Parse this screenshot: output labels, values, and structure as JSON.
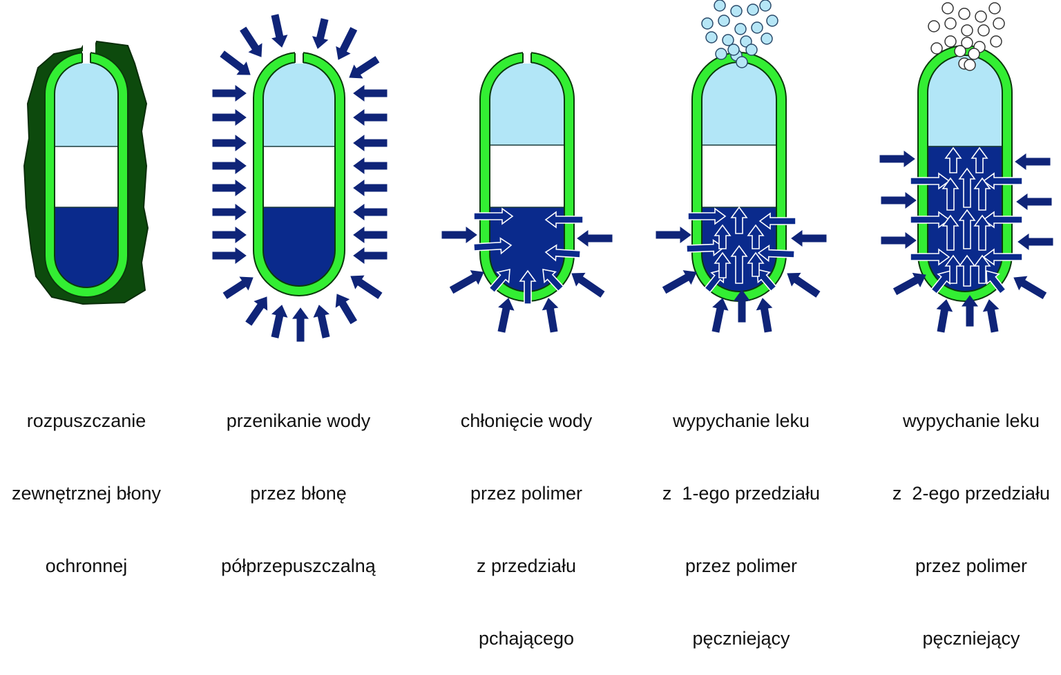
{
  "colors": {
    "coat": "#0d4a0d",
    "membrane": "#33ee33",
    "membrane_edge": "#0a3a0a",
    "drug_compartment": "#b2e6f7",
    "middle_compartment": "#ffffff",
    "polymer": "#0a2a8c",
    "arrow": "#0f2478",
    "bubble_blue": "#b6e6f6",
    "bubble_white": "#ffffff"
  },
  "stages": [
    {
      "id": "stage-1",
      "caption": [
        "rozpuszczanie",
        "zewnętrznej błony",
        "ochronnej"
      ]
    },
    {
      "id": "stage-2",
      "caption": [
        "przenikanie wody",
        "przez błonę",
        "półprzepuszczalną"
      ]
    },
    {
      "id": "stage-3",
      "caption": [
        "chłonięcie wody",
        "przez polimer",
        "z przedziału",
        "pchającego"
      ]
    },
    {
      "id": "stage-4",
      "caption": [
        "wypychanie leku",
        "z  1-ego przedziału",
        "przez polimer",
        "pęczniejący"
      ]
    },
    {
      "id": "stage-5",
      "caption": [
        "wypychanie leku",
        "z  2-ego przedziału",
        "przez polimer",
        "pęczniejący"
      ]
    }
  ]
}
